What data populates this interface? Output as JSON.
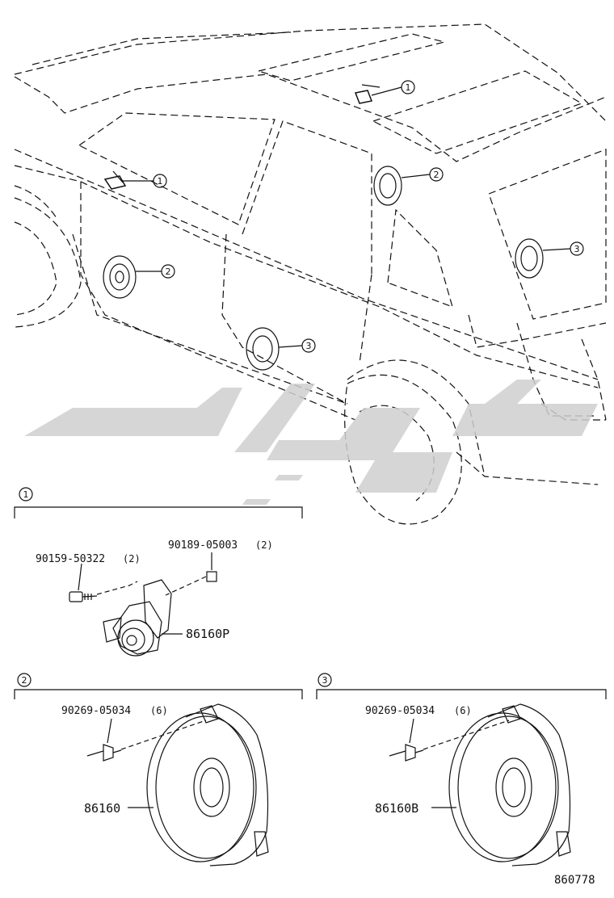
{
  "diagram": {
    "callouts": [
      "1",
      "2",
      "3"
    ],
    "sections": [
      {
        "callout": "1",
        "parts": [
          {
            "part_no": "90159-50322",
            "qty": "(2)"
          },
          {
            "part_no": "90189-05003",
            "qty": "(2)"
          },
          {
            "part_no": "86160P",
            "qty": ""
          }
        ]
      },
      {
        "callout": "2",
        "parts": [
          {
            "part_no": "90269-05034",
            "qty": "(6)"
          },
          {
            "part_no": "86160",
            "qty": ""
          }
        ]
      },
      {
        "callout": "3",
        "parts": [
          {
            "part_no": "90269-05034",
            "qty": "(6)"
          },
          {
            "part_no": "86160B",
            "qty": ""
          }
        ]
      }
    ],
    "figure_number": "860778",
    "watermark_text": "تكجي"
  },
  "colors": {
    "line": "#111111",
    "watermark": "#cfcfcf"
  }
}
